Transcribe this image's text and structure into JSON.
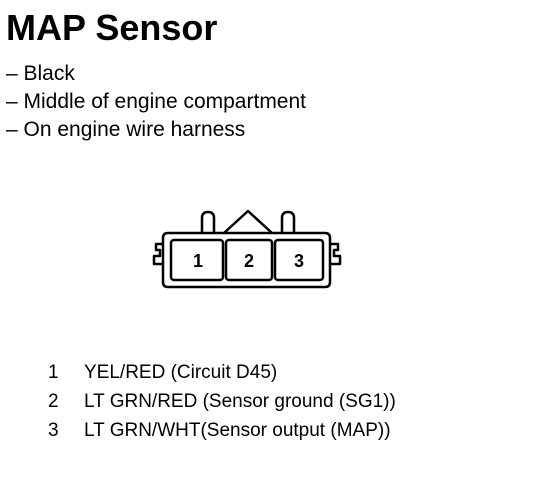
{
  "title": "MAP Sensor",
  "bullets": [
    "– Black",
    "– Middle of engine compartment",
    "– On engine wire harness"
  ],
  "connector": {
    "terminals": [
      "1",
      "2",
      "3"
    ]
  },
  "pins": [
    {
      "number": "1",
      "description": "YEL/RED (Circuit D45)"
    },
    {
      "number": "2",
      "description": "LT GRN/RED (Sensor ground (SG1))"
    },
    {
      "number": "3",
      "description": "LT GRN/WHT(Sensor output (MAP))"
    }
  ]
}
